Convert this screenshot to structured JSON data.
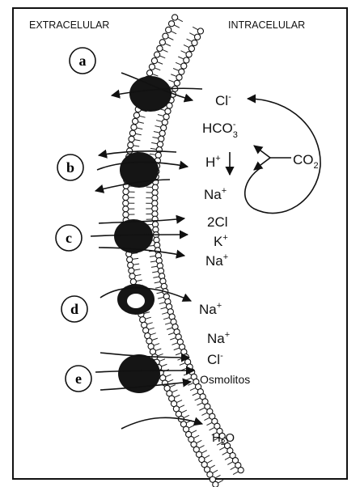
{
  "headers": {
    "extracellular": "EXTRACELULAR",
    "intracellular": "INTRACELULAR"
  },
  "markers": [
    "a",
    "b",
    "c",
    "d",
    "e"
  ],
  "ions": {
    "a_cl": "Cl",
    "a_cl_sup": "-",
    "a_hco3": "HCO",
    "a_hco3_sub": "3",
    "a_hco3_sup": "-",
    "b_h": "H",
    "b_h_sup": "+",
    "b_na": "Na",
    "b_na_sup": "+",
    "co2": "CO",
    "co2_sub": "2",
    "c_2cl": "2Cl",
    "c_k": "K",
    "c_k_sup": "+",
    "c_na": "Na",
    "c_na_sup": "+",
    "d_na": "Na",
    "d_na_sup": "+",
    "e_na": "Na",
    "e_na_sup": "+",
    "e_cl": "Cl",
    "e_cl_sup": "-",
    "e_osm": "Osmolitos",
    "h2o": "H",
    "h2o_sub": "2",
    "h2o_o": "O"
  }
}
